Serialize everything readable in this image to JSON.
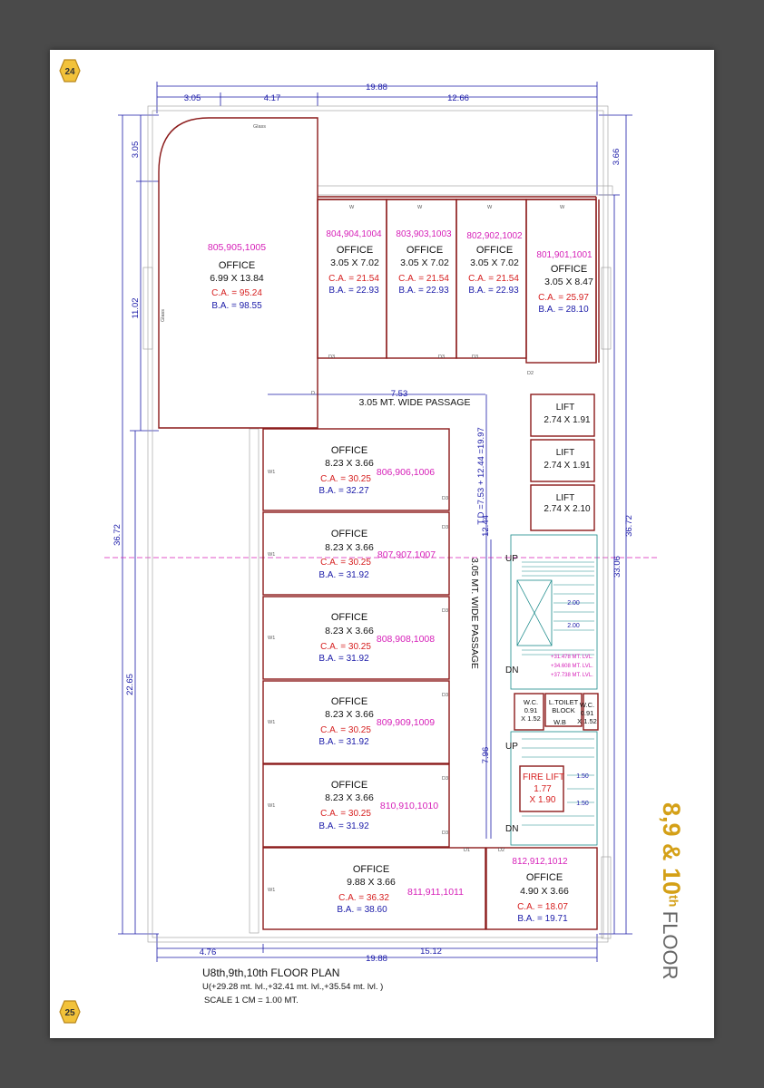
{
  "page_numbers": {
    "top": "24",
    "bottom": "25"
  },
  "dimensions": {
    "top_total": "19.88",
    "top_a": "3.05",
    "top_b": "4.17",
    "top_c": "12.66",
    "bottom_a": "4.76",
    "bottom_total": "19.88",
    "bottom_c": "15.12",
    "left_a": "3.05",
    "left_b": "11.02",
    "left_total": "36.72",
    "left_c": "22.65",
    "right_a": "3.66",
    "right_total": "36.72",
    "right_b": "33.06",
    "passage_width": "7.53",
    "passage_td": "T.D =7.53 + 12.44 =19.97",
    "passage_a": "12.44",
    "passage_b": "7.96",
    "stair_w1": "2.00",
    "stair_w2": "2.00",
    "stair_w3": "1.50",
    "stair_w4": "1.50"
  },
  "passages": {
    "horizontal": "3.05 MT. WIDE PASSAGE",
    "vertical": "3.05 MT. WIDE PASSAGE"
  },
  "offices": [
    {
      "num": "805,905,1005",
      "label": "OFFICE",
      "size": "6.99 X 13.84",
      "ca": "C.A. = 95.24",
      "ba": "B.A. = 98.55"
    },
    {
      "num": "804,904,1004",
      "label": "OFFICE",
      "size": "3.05 X 7.02",
      "ca": "C.A. = 21.54",
      "ba": "B.A. = 22.93"
    },
    {
      "num": "803,903,1003",
      "label": "OFFICE",
      "size": "3.05 X 7.02",
      "ca": "C.A. = 21.54",
      "ba": "B.A. = 22.93"
    },
    {
      "num": "802,902,1002",
      "label": "OFFICE",
      "size": "3.05 X 7.02",
      "ca": "C.A. = 21.54",
      "ba": "B.A. = 22.93"
    },
    {
      "num": "801,901,1001",
      "label": "OFFICE",
      "size": "3.05 X 8.47",
      "ca": "C.A. = 25.97",
      "ba": "B.A. = 28.10"
    },
    {
      "num": "806,906,1006",
      "label": "OFFICE",
      "size": "8.23 X 3.66",
      "ca": "C.A. = 30.25",
      "ba": "B.A. = 32.27"
    },
    {
      "num": "807,907,1007",
      "label": "OFFICE",
      "size": "8.23 X 3.66",
      "ca": "C.A. = 30.25",
      "ba": "B.A. = 31.92"
    },
    {
      "num": "808,908,1008",
      "label": "OFFICE",
      "size": "8.23 X 3.66",
      "ca": "C.A. = 30.25",
      "ba": "B.A. = 31.92"
    },
    {
      "num": "809,909,1009",
      "label": "OFFICE",
      "size": "8.23 X 3.66",
      "ca": "C.A. = 30.25",
      "ba": "B.A. = 31.92"
    },
    {
      "num": "810,910,1010",
      "label": "OFFICE",
      "size": "8.23 X 3.66",
      "ca": "C.A. = 30.25",
      "ba": "B.A. = 31.92"
    },
    {
      "num": "811,911,1011",
      "label": "OFFICE",
      "size": "9.88 X 3.66",
      "ca": "C.A. = 36.32",
      "ba": "B.A. = 38.60"
    },
    {
      "num": "812,912,1012",
      "label": "OFFICE",
      "size": "4.90 X 3.66",
      "ca": "C.A. = 18.07",
      "ba": "B.A. = 19.71"
    }
  ],
  "lifts": [
    {
      "label": "LIFT",
      "size": "2.74 X 1.91"
    },
    {
      "label": "LIFT",
      "size": "2.74 X 1.91"
    },
    {
      "label": "LIFT",
      "size": "2.74 X 2.10"
    }
  ],
  "fire_lift": {
    "label": "FIRE LIFT",
    "size1": "1.77",
    "size2": "X 1.90"
  },
  "toilet": {
    "block1": "L.TOILET",
    "block2": "BLOCK",
    "wb": "W.B",
    "wc_left_1": "W.C.",
    "wc_left_2": "0.91",
    "wc_left_3": "X 1.52",
    "wc_right_1": "W.C.",
    "wc_right_2": "0.91",
    "wc_right_3": "X 1.52"
  },
  "stairs": {
    "up1": "UP",
    "dn1": "DN",
    "up2": "UP",
    "dn2": "DN",
    "lvl1": "+31.478 MT. LVL.",
    "lvl2": "+34.608 MT. LVL.",
    "lvl3": "+37.738 MT. LVL."
  },
  "markers": {
    "glass_top": "Glass",
    "glass_side": "Glass",
    "w": "W",
    "w1": "W1",
    "d": "D",
    "d1": "D1",
    "d2": "D2",
    "d3": "D3"
  },
  "floor_label": {
    "numbers": "8,9 & 10",
    "sup": "th",
    "word": "FLOOR"
  },
  "caption": {
    "title": "U8th,9th,10th FLOOR PLAN",
    "levels": "U(+29.28 mt. lvl.,+32.41 mt. lvl.,+35.54 mt. lvl. )",
    "scale": "SCALE 1 CM = 1.00 MT."
  },
  "colors": {
    "wall": "#8b1a1a",
    "dim": "#1a1aa8",
    "room_num": "#d61fb8",
    "area_red": "#d62020",
    "area_blue": "#1a1aa8",
    "accent": "#d4a017",
    "stair": "#1a8a8a"
  }
}
